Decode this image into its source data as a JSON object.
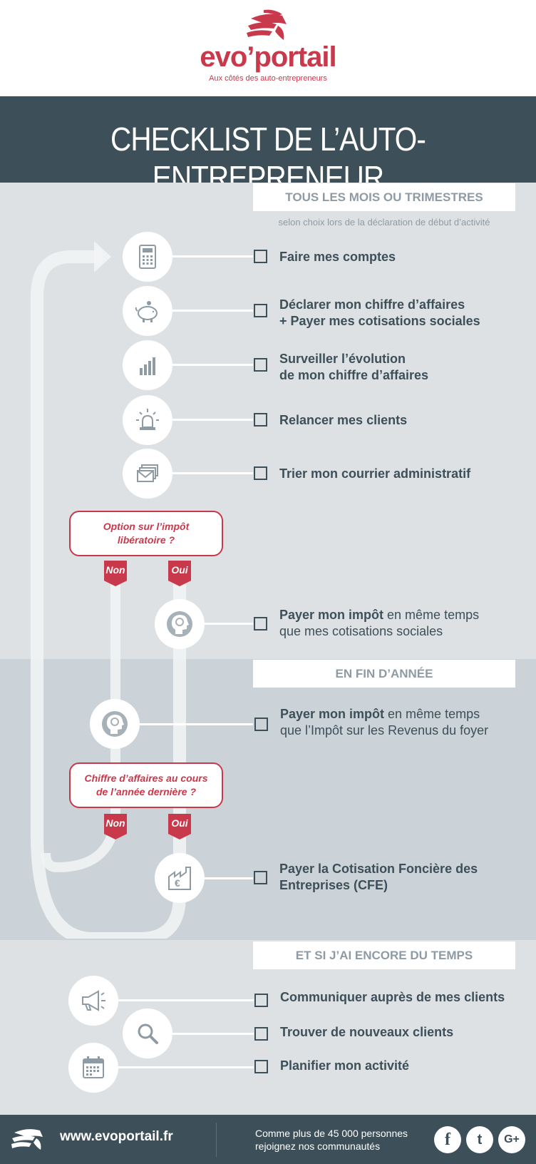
{
  "brand": {
    "name": "evo’portail",
    "tagline": "Aux côtés des auto-entrepreneurs",
    "color": "#c8394b"
  },
  "title": "CHECKLIST DE L’AUTO-ENTREPRENEUR",
  "colors": {
    "dark": "#3d4f58",
    "light_bg": "#dde1e4",
    "mid_bg": "#ccd3d8",
    "accent": "#c8394b"
  },
  "sections": {
    "monthly": {
      "title": "TOUS LES MOIS OU TRIMESTRES",
      "subtitle": "selon choix lors de la déclaration de début d’activité",
      "items": [
        {
          "icon": "calculator-icon",
          "line1": "Faire mes comptes"
        },
        {
          "icon": "piggy-bank-icon",
          "line1": "Déclarer mon chiffre d’affaires",
          "line2": "+ Payer mes cotisations sociales"
        },
        {
          "icon": "bar-chart-icon",
          "line1": "Surveiller l’évolution",
          "line2": "de mon chiffre d’affaires"
        },
        {
          "icon": "alarm-light-icon",
          "line1": "Relancer mes clients"
        },
        {
          "icon": "mail-stack-icon",
          "line1": "Trier mon courrier administratif"
        }
      ],
      "question": {
        "line1": "Option sur l’impôt",
        "line2": "libératoire ?",
        "no": "Non",
        "yes": "Oui"
      },
      "tax_item": {
        "bold": "Payer mon impôt",
        "rest": " en même temps",
        "line2": "que mes cotisations sociales"
      }
    },
    "year_end": {
      "title": "EN FIN D’ANNÉE",
      "tax_item": {
        "bold": "Payer mon impôt",
        "rest": " en même temps",
        "line2": "que l’Impôt sur les Revenus du foyer"
      },
      "question": {
        "line1": "Chiffre d’affaires au cours",
        "line2": "de l’année dernière ?",
        "no": "Non",
        "yes": "Oui"
      },
      "cfe_item": {
        "line1": "Payer la Cotisation Foncière des",
        "line2": "Entreprises (CFE)"
      }
    },
    "extra": {
      "title": "ET SI J’AI ENCORE DU TEMPS",
      "items": [
        {
          "icon": "megaphone-icon",
          "line1": "Communiquer auprès de mes clients"
        },
        {
          "icon": "magnifier-icon",
          "line1": "Trouver de nouveaux clients"
        },
        {
          "icon": "calendar-icon",
          "line1": "Planifier mon activité"
        }
      ]
    }
  },
  "footer": {
    "url": "www.evoportail.fr",
    "message_line1": "Comme plus de 45 000 personnes",
    "message_line2": "rejoignez nos communautés",
    "social": [
      "facebook-icon",
      "twitter-icon",
      "google-plus-icon"
    ],
    "social_glyphs": {
      "facebook": "f",
      "twitter": "t",
      "google": "G+"
    }
  }
}
